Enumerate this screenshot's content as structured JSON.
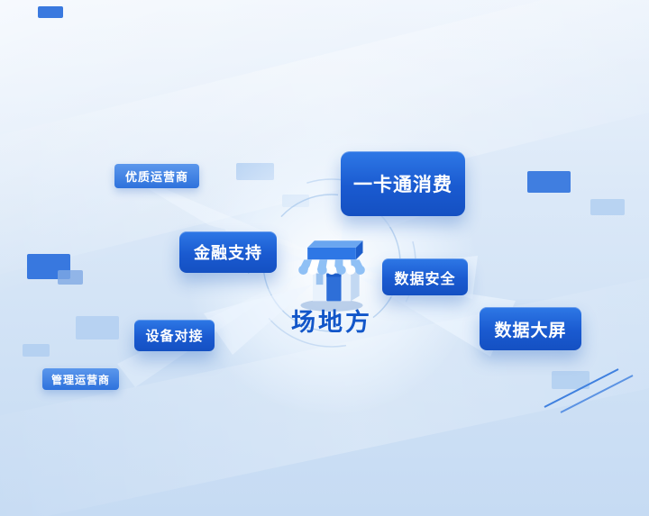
{
  "diagram": {
    "center": {
      "label": "场地方",
      "icon": "storefront-icon"
    },
    "nodes": [
      {
        "id": "quality-operator",
        "label": "优质运营商",
        "type": "tag"
      },
      {
        "id": "card-payment",
        "label": "一卡通消费",
        "type": "primary"
      },
      {
        "id": "financial-support",
        "label": "金融支持",
        "type": "primary"
      },
      {
        "id": "data-security",
        "label": "数据安全",
        "type": "primary"
      },
      {
        "id": "data-dashboard",
        "label": "数据大屏",
        "type": "primary"
      },
      {
        "id": "device-connection",
        "label": "设备对接",
        "type": "primary"
      },
      {
        "id": "management-operator",
        "label": "管理运营商",
        "type": "tag"
      }
    ]
  },
  "colors": {
    "primary_blue": "#1b5fd6",
    "deep_blue": "#1450c2",
    "title_blue": "#1256c9",
    "light_blue": "#a9caf0",
    "background_top": "#ecf3fc",
    "background_bottom": "#c6dbf3"
  }
}
